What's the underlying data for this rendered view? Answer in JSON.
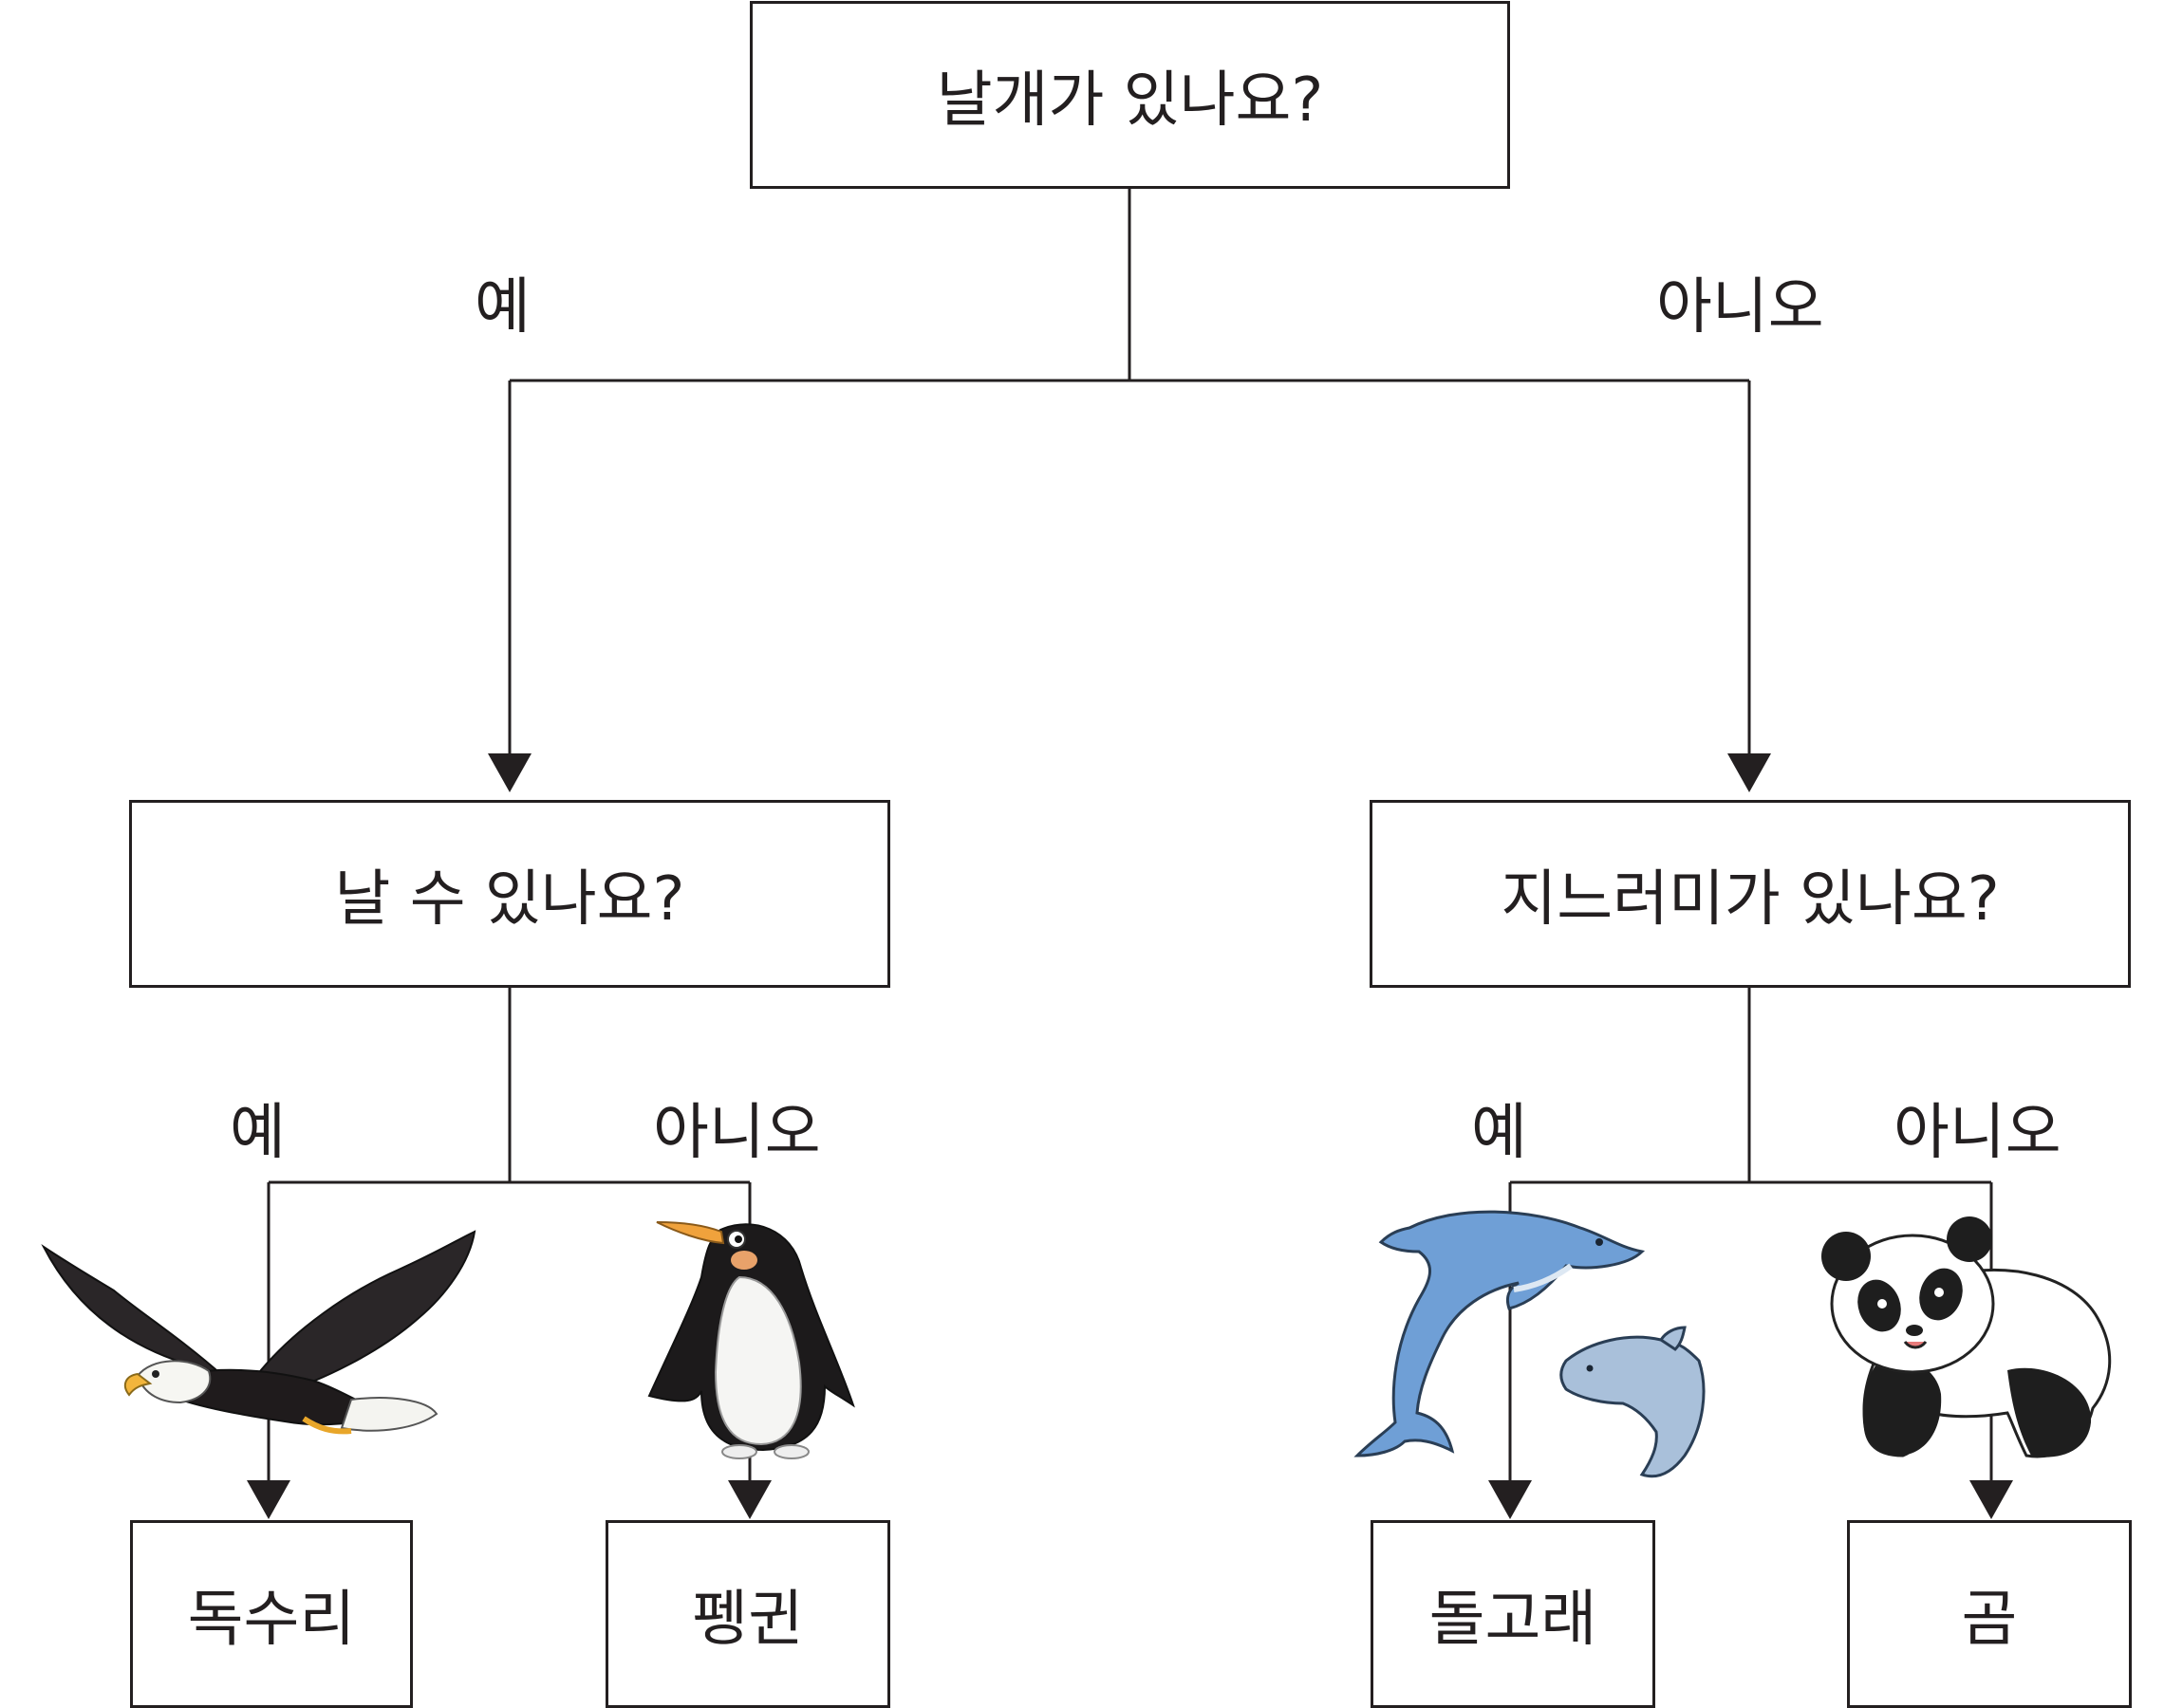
{
  "questions": {
    "root": "날개가 있나요?",
    "left": "날 수 있나요?",
    "right": "지느러미가 있나요?"
  },
  "branches": {
    "root_yes": "예",
    "root_no": "아니오",
    "left_yes": "예",
    "left_no": "아니오",
    "right_yes": "예",
    "right_no": "아니오"
  },
  "results": {
    "eagle": "독수리",
    "penguin": "펭귄",
    "dolphin": "돌고래",
    "bear": "곰"
  },
  "colors": {
    "line": "#231f20",
    "dolphin": "#6f9fd6",
    "dolphin_light": "#a9c0da",
    "panda_black": "#1e1e1e"
  }
}
